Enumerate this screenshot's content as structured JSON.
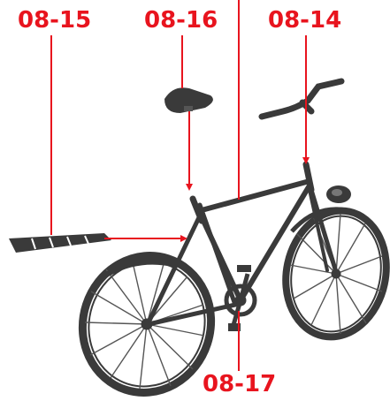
{
  "callouts": {
    "c1": "08-15",
    "c2": "08-16",
    "c3": "08-14",
    "c4": "08-17"
  },
  "colors": {
    "callout": "#e8141e",
    "part": "#3a3a3a"
  }
}
